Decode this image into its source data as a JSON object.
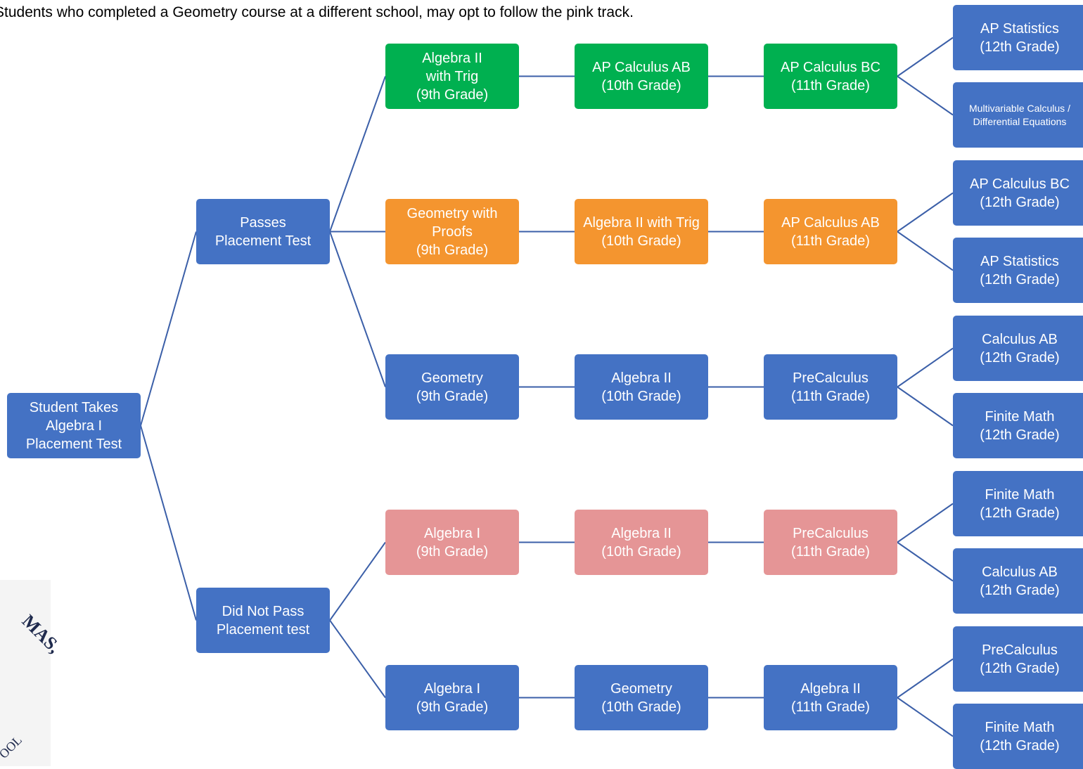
{
  "note": "Students who completed a Geometry course at a different school, may opt to follow the pink track.",
  "colors": {
    "blue": "#4472c4",
    "green": "#00b050",
    "orange": "#f4952f",
    "pink": "#e59596",
    "line": "#3b5fa8"
  },
  "nodes": {
    "root": "Student Takes\nAlgebra I\nPlacement Test",
    "passes": "Passes\nPlacement Test",
    "did_not_pass": "Did Not Pass\nPlacement test",
    "green_1": "Algebra II\nwith Trig\n(9th Grade)",
    "green_2": "AP Calculus AB\n(10th Grade)",
    "green_3": "AP Calculus BC\n(11th Grade)",
    "green_4a": "AP Statistics\n(12th Grade)",
    "green_4b": "Multivariable Calculus /\nDifferential Equations",
    "orange_1": "Geometry with\nProofs\n(9th Grade)",
    "orange_2": "Algebra II with Trig\n(10th Grade)",
    "orange_3": "AP Calculus AB\n(11th Grade)",
    "orange_4a": "AP Calculus BC\n(12th Grade)",
    "orange_4b": "AP Statistics\n(12th Grade)",
    "blue_1": "Geometry\n(9th Grade)",
    "blue_2": "Algebra II\n(10th Grade)",
    "blue_3": "PreCalculus\n(11th Grade)",
    "blue_4a": "Calculus AB\n(12th Grade)",
    "blue_4b": "Finite Math\n(12th Grade)",
    "pink_1": "Algebra I\n(9th Grade)",
    "pink_2": "Algebra II\n(10th Grade)",
    "pink_3": "PreCalculus\n(11th Grade)",
    "pink_4a": "Finite Math\n(12th Grade)",
    "pink_4b": "Calculus AB\n(12th Grade)",
    "low_1": "Algebra I\n(9th Grade)",
    "low_2": "Geometry\n(10th Grade)",
    "low_3": "Algebra II\n(11th Grade)",
    "low_4a": "PreCalculus\n(12th Grade)",
    "low_4b": "Finite Math\n(12th Grade)"
  },
  "watermark": {
    "text_upper": "MAS,",
    "text_lower": "OOL"
  }
}
